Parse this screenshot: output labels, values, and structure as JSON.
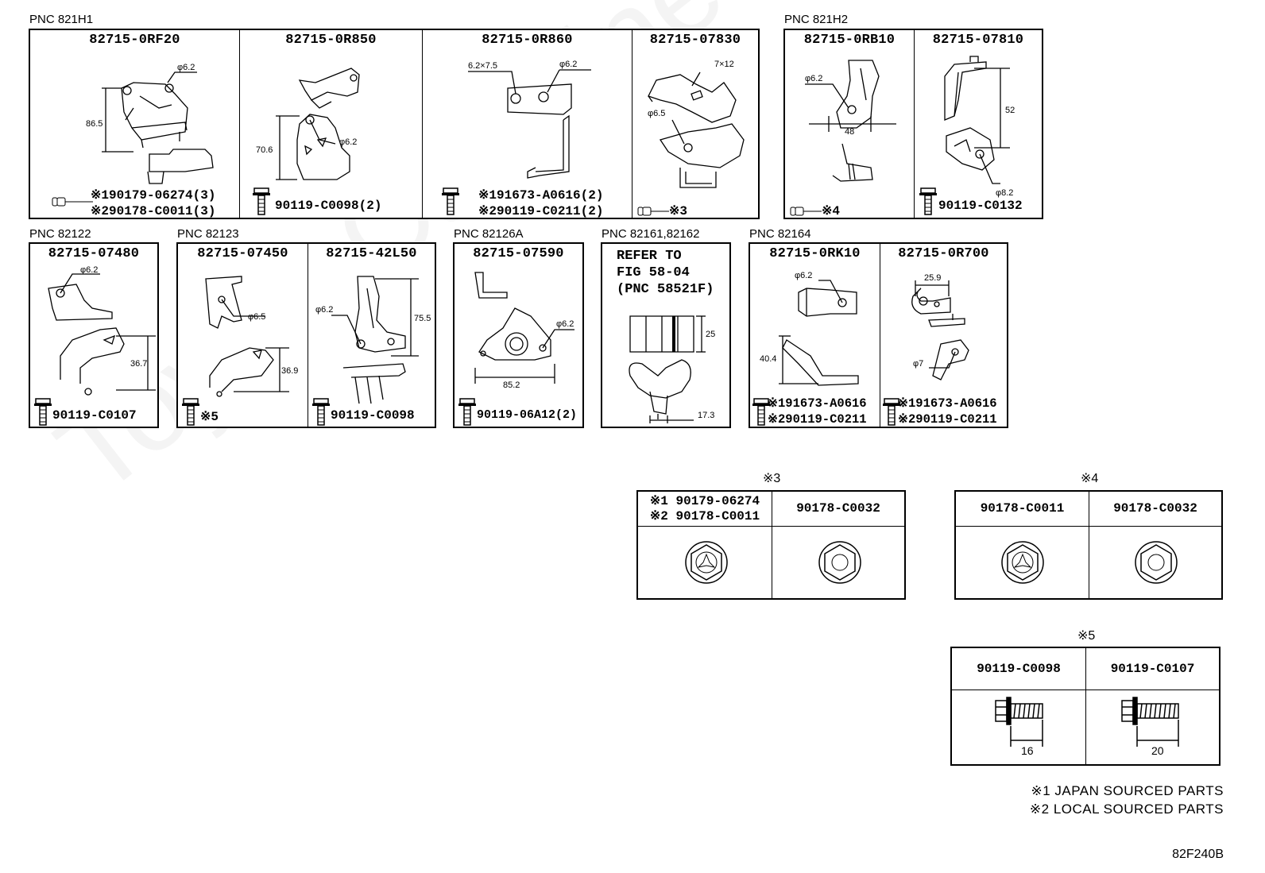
{
  "groups": [
    {
      "pnc": "PNC 821H1",
      "cells": [
        {
          "part": "82715-0RF20",
          "fasteners": [
            "※190179-06274(3)",
            "※290178-C0011(3)"
          ],
          "dims": [
            "φ6.2",
            "86.5"
          ]
        },
        {
          "part": "82715-0R850",
          "fasteners": [
            "90119-C0098(2)"
          ],
          "dims": [
            "φ6.2",
            "70.6"
          ]
        },
        {
          "part": "82715-0R860",
          "fasteners": [
            "※191673-A0616(2)",
            "※290119-C0211(2)"
          ],
          "dims": [
            "6.2×7.5",
            "φ6.2"
          ]
        },
        {
          "part": "82715-07830",
          "fasteners": [
            "※3"
          ],
          "dims": [
            "7×12",
            "φ6.5"
          ]
        }
      ]
    },
    {
      "pnc": "PNC 821H2",
      "cells": [
        {
          "part": "82715-0RB10",
          "fasteners": [
            "※4"
          ],
          "dims": [
            "φ6.2",
            "48"
          ]
        },
        {
          "part": "82715-07810",
          "fasteners": [
            "90119-C0132"
          ],
          "dims": [
            "52",
            "φ8.2"
          ]
        }
      ]
    },
    {
      "pnc": "PNC 82122",
      "cells": [
        {
          "part": "82715-07480",
          "fasteners": [
            "90119-C0107"
          ],
          "dims": [
            "φ6.2",
            "36.7"
          ]
        }
      ]
    },
    {
      "pnc": "PNC 82123",
      "cells": [
        {
          "part": "82715-07450",
          "fasteners": [
            "※5"
          ],
          "dims": [
            "φ6.5",
            "36.9"
          ]
        },
        {
          "part": "82715-42L50",
          "fasteners": [
            "90119-C0098"
          ],
          "dims": [
            "φ6.2",
            "75.5"
          ]
        }
      ]
    },
    {
      "pnc": "PNC 82126A",
      "cells": [
        {
          "part": "82715-07590",
          "fasteners": [
            "90119-06A12(2)"
          ],
          "dims": [
            "φ6.2",
            "85.2"
          ]
        }
      ]
    },
    {
      "pnc": "PNC 82161,82162",
      "cells": [
        {
          "refer": "REFER TO\nFIG 58-04\n(PNC 58521F)",
          "dims": [
            "25",
            "17.3"
          ]
        }
      ]
    },
    {
      "pnc": "PNC 82164",
      "cells": [
        {
          "part": "82715-0RK10",
          "fasteners": [
            "※191673-A0616",
            "※290119-C0211"
          ],
          "dims": [
            "φ6.2",
            "40.4"
          ]
        },
        {
          "part": "82715-0R700",
          "fasteners": [
            "※191673-A0616",
            "※290119-C0211"
          ],
          "dims": [
            "25.9",
            "φ7"
          ]
        }
      ]
    }
  ],
  "tables": {
    "t3": {
      "title": "※3",
      "cols": [
        [
          "※1 90179-06274",
          "※2 90178-C0011"
        ],
        [
          "90178-C0032"
        ]
      ]
    },
    "t4": {
      "title": "※4",
      "cols": [
        [
          "90178-C0011"
        ],
        [
          "90178-C0032"
        ]
      ]
    },
    "t5": {
      "title": "※5",
      "cols": [
        [
          "90119-C0098"
        ],
        [
          "90119-C0107"
        ]
      ],
      "dims": [
        "16",
        "20"
      ]
    }
  },
  "notes": [
    "※1 JAPAN SOURCED PARTS",
    "※2 LOCAL SOURCED PARTS"
  ],
  "figure_code": "82F240B",
  "watermark": "ToyotaCarMine.ru"
}
